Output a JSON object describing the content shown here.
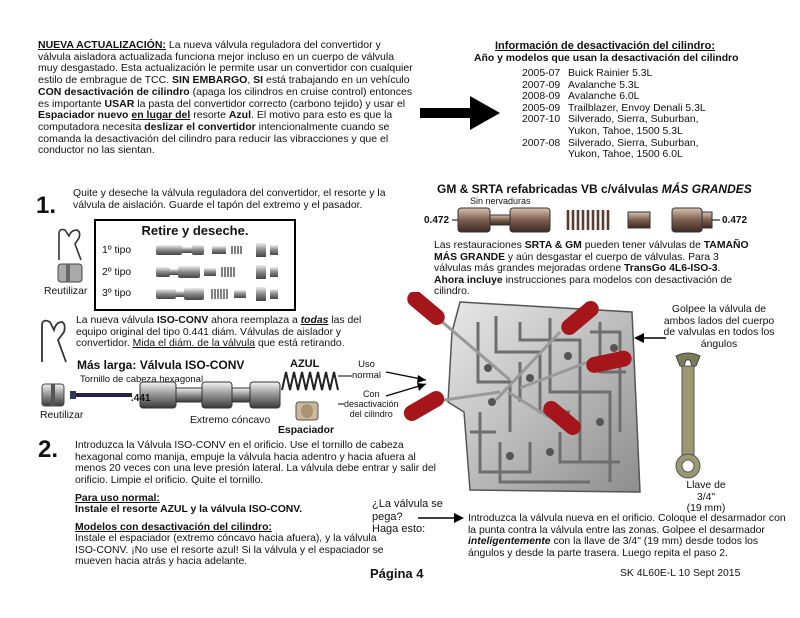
{
  "update": {
    "title": "NUEVA ACTUALIZACIÓN:",
    "p1": " La nueva válvula reguladora del convertidor y válvula aisladora actualizada funciona mejor incluso en un cuerpo de válvula muy desgastado. Esta actualización le permite usar un convertidor con cualquier estilo de embrague de TCC. ",
    "sin_embargo": "SIN EMBARGO",
    "p2": ", ",
    "si": "SI",
    "p3": " está trabajando en un vehículo ",
    "con_desact": "CON desactivación de cilindro",
    "p4": " (apaga los cilindros en cruise control) entonces es importante ",
    "usar": "USAR",
    "p5": " la pasta del convertidor correcto (carbono tejido) y usar el ",
    "espaciador": "Espaciador nuevo",
    "p6": " ",
    "en_lugar": "en lugar del",
    "p7": " resorte ",
    "azul": "Azul",
    "p8": ". El motivo para esto es que la computadora necesita ",
    "deslizar": "deslizar el convertidor",
    "p9": " intencionalmente cuando se comanda la desactivación del cilindro para reducir las vibracciones y que el conductor no las sientan."
  },
  "deactivation": {
    "title": "Información de desactivación del cilindro:",
    "subtitle": "Año y modelos que usan la desactivación del cilindro",
    "rows": [
      {
        "years": "2005-07",
        "model": "Buick Rainier 5.3L"
      },
      {
        "years": "2007-09",
        "model": "Avalanche 5.3L"
      },
      {
        "years": "2008-09",
        "model": "Avalanche 6.0L"
      },
      {
        "years": "2005-09",
        "model": "Trailblazer, Envoy Denali 5.3L"
      },
      {
        "years": "2007-10",
        "model": "Silverado, Sierra, Suburban,"
      },
      {
        "years": "",
        "model": "Yukon, Tahoe, 1500  5.3L"
      },
      {
        "years": "2007-08",
        "model": "Silverado, Sierra, Suburban,"
      },
      {
        "years": "",
        "model": "Yukon, Tahoe, 1500 6.0L"
      }
    ]
  },
  "step1": {
    "number": "1.",
    "text": "Quite y deseche la válvula reguladora del convertidor, el resorte y la válvula de aislación. Guarde el tapón del extremo y el pasador.",
    "box_title": "Retire y deseche.",
    "types": [
      "1º tipo",
      "2º tipo",
      "3º tipo"
    ],
    "reuse": "Reutilizar",
    "iso_a": "La nueva válvula ",
    "iso_b": "ISO-CONV",
    "iso_c": " ahora reemplaza a ",
    "iso_d": "todas",
    "iso_e": " las del equipo original del tipo 0.441 diám. Válvulas de aislador y convertidor. ",
    "iso_f": "Mida el diám. de la válvula",
    "iso_g": " que está retirando.",
    "longer": "Más larga: Válvula ISO-CONV",
    "hex_screw": "Tornillo de cabeza hexagonal",
    "azul_label": "AZUL",
    "normal_use_1": "Uso",
    "normal_use_2": "normal",
    "with_deact_1": "Con",
    "with_deact_2": "desactivación",
    "with_deact_3": "del cilindro",
    "diam": ".441",
    "concave": "Extremo cóncavo",
    "spacer": "Espaciador",
    "reuse2": "Reutilizar"
  },
  "gm": {
    "title_a": "GM & SRTA refabricadas VB c/válvulas ",
    "title_b": "MÁS GRANDES",
    "no_ribs": "Sin nervaduras",
    "d_left": "0.472",
    "d_right": "0.472",
    "p_a": "Las restauraciones ",
    "p_b": "SRTA & GM",
    "p_c": " pueden tener válvulas de ",
    "p_d": "TAMAÑO MÁS GRANDE",
    "p_e": " y aún desgastar el cuerpo de válvulas. Para 3 válvulas más grandes mejoradas ordene ",
    "p_f": "TransGo 4L6-ISO-3",
    "p_g": ". ",
    "p_h": "Ahora incluye",
    "p_i": " instrucciones para modelos con desactivación de cilindro."
  },
  "tap": {
    "text": "Golpee la válvula de ambos lados del cuerpo de valvulas en todos los ángulos",
    "wrench_1": "Llave de 3/4\"",
    "wrench_2": "(19 mm)"
  },
  "step2": {
    "number": "2.",
    "text": "Introduzca la Válvula ISO-CONV en el orificio. Use el tornillo de cabeza hexagonal como manija, empuje la válvula hacia adentro y hacia afuera al menos 20 veces con una leve presión lateral. La válvula debe entrar y salir del orificio. Limpie el orificio. Quite el tornillo.",
    "normal_title": "Para uso normal:",
    "normal_text": "Instale el resorte AZUL y la válvula ISO-CONV.",
    "deact_title": "Modelos con desactivación del cilindro:",
    "deact_text": "Instale el espaciador (extremo cóncavo hacia afuera), y la válvula ISO-CONV. ¡No use el resorte azul! Si la válvula y el espaciador se mueven hacia atrás y hacia adelante.",
    "stuck_q1": "¿La válvula se",
    "stuck_q2": "pega?",
    "stuck_q3": "Haga esto:",
    "stuck_a": "Introduzca la válvula nueva en el orificio. Coloque el desarmador con la punta contra la válvula entre las zonas. Golpee el desarmador ",
    "stuck_b": "inteligentemente",
    "stuck_c": " con la llave de 3/4\" (19 mm) desde todos los ángulos y desde la parte trasera. Luego repita el paso 2."
  },
  "footer": {
    "page": "Página 4",
    "code": "SK 4L60E-L  10 Sept 2015"
  }
}
